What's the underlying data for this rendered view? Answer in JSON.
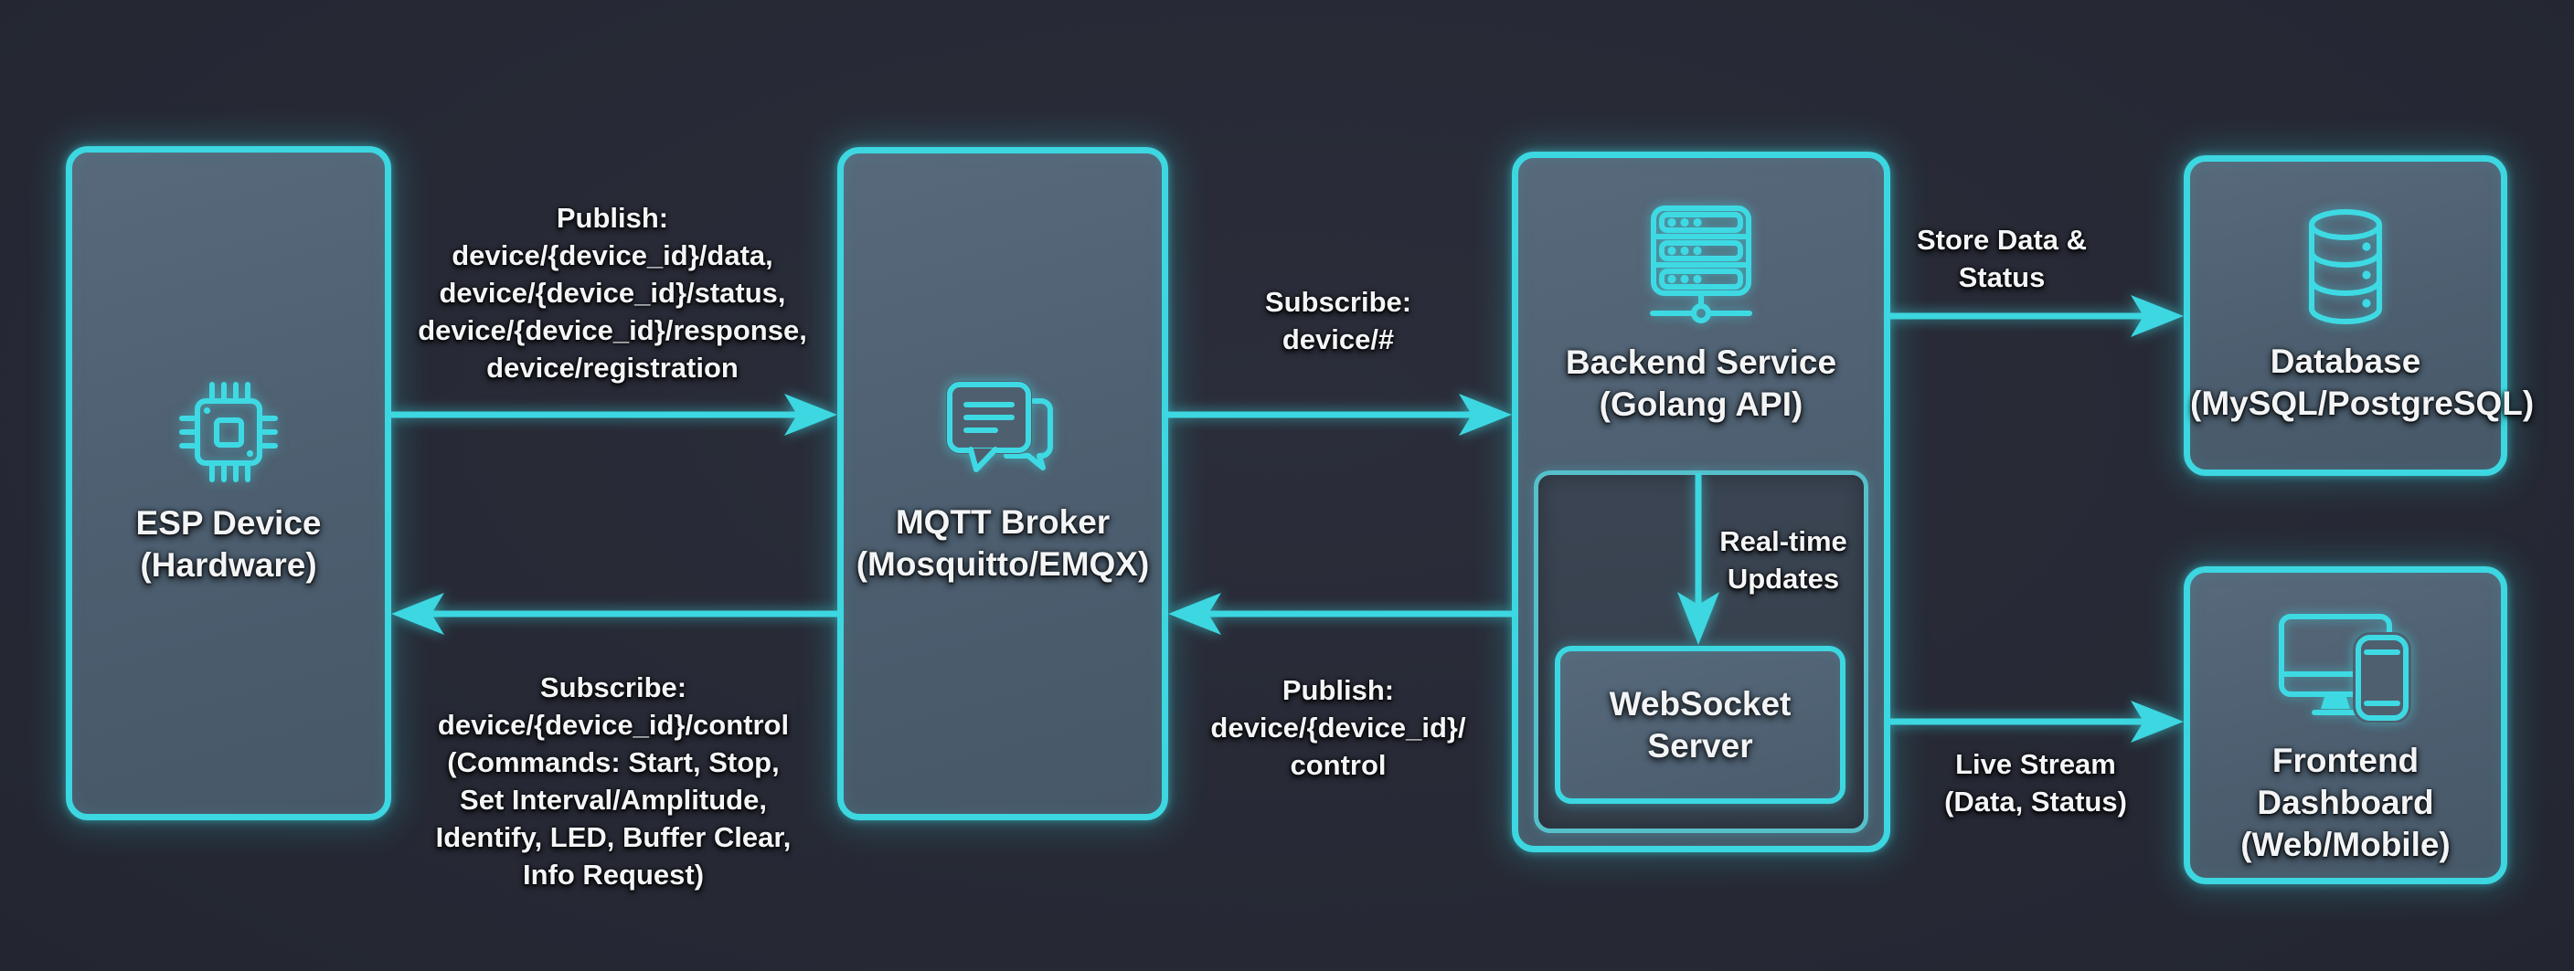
{
  "colors": {
    "background": "#242732",
    "accent_cyan": "#3cd7e1",
    "box_fill": "#4e6070",
    "inner_panel_fill": "#38424e",
    "text_white": "#f2f4f6"
  },
  "nodes": {
    "esp": {
      "title": "ESP Device\n(Hardware)",
      "icon": "chip-icon"
    },
    "mqtt": {
      "title": "MQTT Broker\n(Mosquitto/EMQX)",
      "icon": "chat-bubbles-icon"
    },
    "backend": {
      "title": "Backend Service\n(Golang API)",
      "icon": "server-stack-icon"
    },
    "websocket": {
      "title": "WebSocket\nServer"
    },
    "database": {
      "title": "Database\n(MySQL/PostgreSQL)",
      "icon": "database-icon"
    },
    "frontend": {
      "title": "Frontend\nDashboard\n(Web/Mobile)",
      "icon": "monitor-phone-icon"
    }
  },
  "edges": {
    "esp_to_mqtt": {
      "direction": "right",
      "label": "Publish:\ndevice/{device_id}/data,\ndevice/{device_id}/status,\ndevice/{device_id}/response,\ndevice/registration"
    },
    "mqtt_to_esp": {
      "direction": "left",
      "label": "Subscribe:\ndevice/{device_id}/control\n(Commands: Start, Stop,\nSet Interval/Amplitude,\nIdentify, LED, Buffer Clear,\nInfo Request)"
    },
    "mqtt_to_backend": {
      "direction": "right",
      "label": "Subscribe:\ndevice/#"
    },
    "backend_to_mqtt": {
      "direction": "left",
      "label": "Publish:\ndevice/{device_id}/\ncontrol"
    },
    "backend_to_database": {
      "direction": "right",
      "label": "Store Data &\nStatus"
    },
    "backend_to_websocket": {
      "direction": "down",
      "label": "Real-time\nUpdates"
    },
    "backend_to_frontend": {
      "direction": "right",
      "label": "Live Stream\n(Data, Status)"
    }
  }
}
